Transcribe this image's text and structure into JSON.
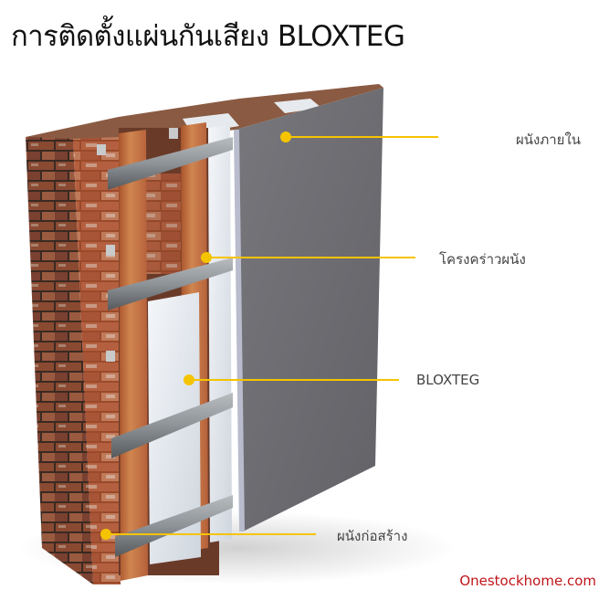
{
  "title": "การติดตั้งแผ่นกันเสียง BLOXTEG",
  "callouts": [
    {
      "id": "interior-wall",
      "label": "ผนังภายใน"
    },
    {
      "id": "wall-frame",
      "label": "โครงคร่าวผนัง"
    },
    {
      "id": "bloxteg",
      "label": "BLOXTEG"
    },
    {
      "id": "masonry-wall",
      "label": "ผนังก่อสร้าง"
    }
  ],
  "watermark": "Onestockhome.com",
  "colors": {
    "callout_line": "#f5c400",
    "brick": "#a4552f",
    "wood_stud": "#c8703f",
    "insulation": "#e3e8ee",
    "interior_panel": "#6d6d72",
    "steel_channel": "#8f9396",
    "watermark": "#c0151b"
  }
}
